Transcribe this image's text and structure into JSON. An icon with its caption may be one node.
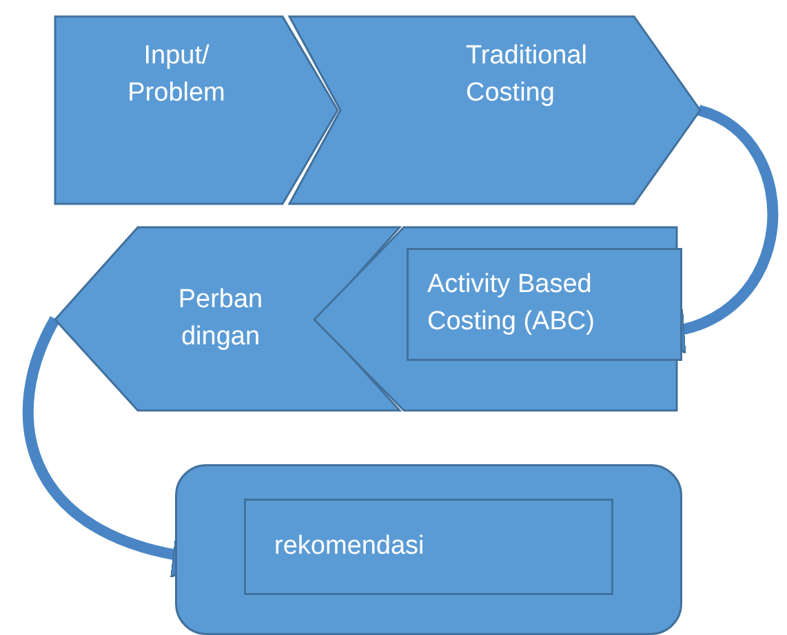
{
  "diagram": {
    "nodes": [
      {
        "text": [
          "Input/ Problem"
        ]
      },
      {
        "text": [
          "Traditional Costing"
        ]
      },
      {
        "text": [
          "Perbandingan"
        ]
      },
      {
        "text": [],
        "shape": "chevron"
      },
      {
        "text": [
          "Activity Based Costing (ABC)"
        ],
        "in": 3
      },
      {
        "text": [],
        "shape": "box"
      },
      {
        "text": [
          "rekomendasi"
        ],
        "in": 5
      }
    ],
    "edges": [
      {
        "from": 1,
        "to": 4,
        "arrow": "to"
      },
      {
        "from": 2,
        "to": 5,
        "arrow": "to"
      }
    ]
  }
}
